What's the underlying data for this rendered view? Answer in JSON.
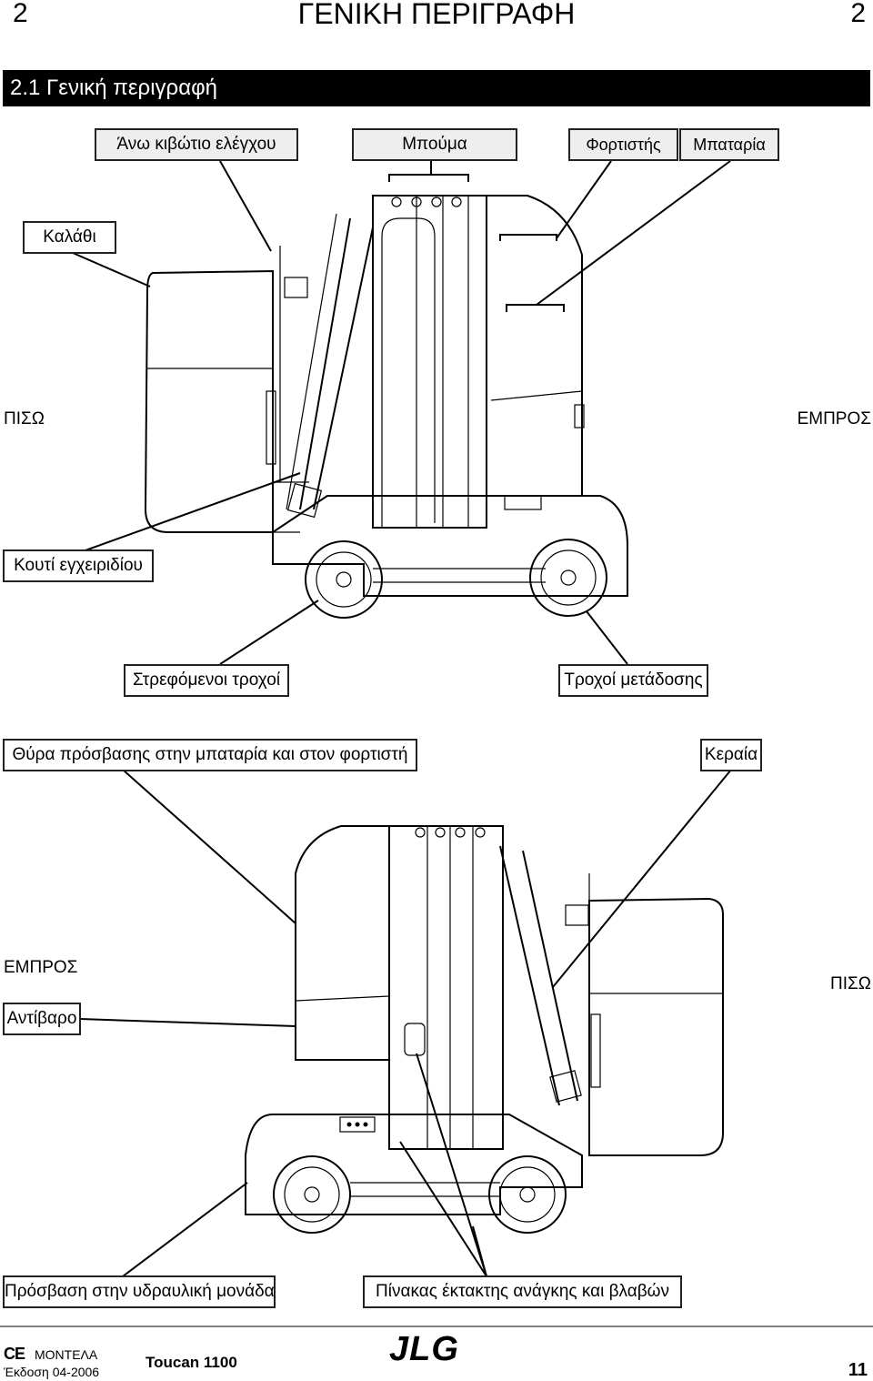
{
  "header": {
    "left_num": "2",
    "title": "ΓΕΝΙΚΗ ΠΕΡΙΓΡΑΦΗ",
    "right_num": "2"
  },
  "section": {
    "title": "2.1  Γενική  περιγραφή"
  },
  "labels": {
    "upper_control_box": "Άνω κιβώτιο ελέγχου",
    "boom": "Μπούμα",
    "charger": "Φορτιστής",
    "battery": "Μπαταρία",
    "basket": "Καλάθι",
    "rear_top": "ΠΙΣΩ",
    "front_top": "ΕΜΠΡΟΣ",
    "manual_box": "Κουτί εγχειριδίου",
    "steer_wheels": "Στρεφόμενοι τροχοί",
    "drive_wheels": "Τροχοί μετάδοσης",
    "access_door": "Θύρα πρόσβασης στην μπαταρία και στον φορτιστή",
    "antenna": "Κεραία",
    "front_bottom": "ΕΜΠΡΟΣ",
    "rear_bottom": "ΠΙΣΩ",
    "counterweight": "Αντίβαρο",
    "hydraulic_access": "Πρόσβαση στην υδραυλική μονάδα",
    "emergency_panel": "Πίνακας έκτακτης ανάγκης και βλαβών"
  },
  "footer": {
    "ce_mark": "CE",
    "model_label": "ΜΟΝΤΕΛΑ",
    "edition": "Έκδοση  04-2006",
    "model_name": "Toucan 1100",
    "brand": "JLG",
    "page": "11"
  }
}
